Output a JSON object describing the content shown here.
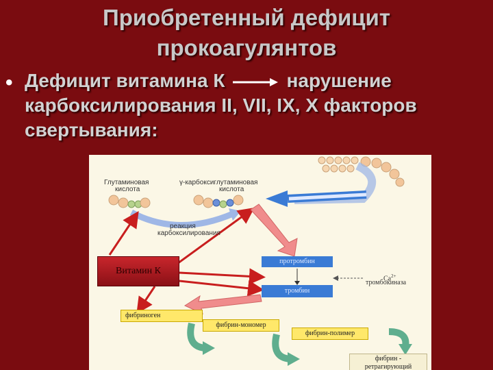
{
  "slide": {
    "title_line1": "Приобретенный дефицит",
    "title_line2": "прокоагулянтов",
    "bullet_part1": "Дефицит витамина К",
    "bullet_part2": "нарушение",
    "bullet_line2": "карбоксилирования II, VII, IX, X факторов",
    "bullet_line3": "свертывания:"
  },
  "diagram": {
    "label_glutamic_1": "Глутаминовая",
    "label_glutamic_2": "кислота",
    "label_gamma_1": "γ-карбоксиглутаминовая",
    "label_gamma_2": "кислота",
    "label_reaction_1": "реакция",
    "label_reaction_2": "карбоксилирования",
    "vitamin_k": "Витамин К",
    "prothrombin": "протромбин",
    "thrombin": "тромбин",
    "calcium": "Ca",
    "calcium_sup": "2+",
    "thrombokinase": "тромбокиназа",
    "fibrinogen": "фибриноген",
    "fibrin_monomer": "фибрин-мономер",
    "fibrin_polymer": "фибрин-полимер",
    "fibrin_stab_1": "фибрин -",
    "fibrin_stab_2": "ретрагирующий"
  },
  "colors": {
    "background": "#7a0c10",
    "title_text": "#c8c8c8",
    "arrow_red": "#c81e1e",
    "arrow_pink": "#f08c8c",
    "box_blue": "#3a7bd5",
    "box_yellow": "#ffe86a",
    "curve_blue": "#9fb7e6",
    "curve_green": "#5fae8e"
  }
}
